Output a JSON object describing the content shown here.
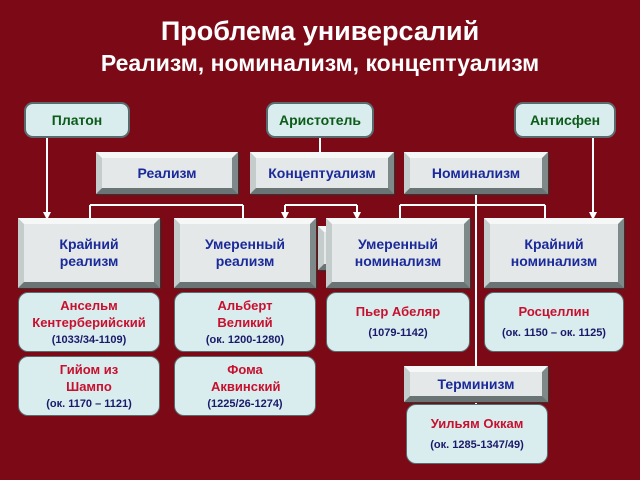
{
  "title": "Проблема универсалий",
  "subtitle": "Реализм, номинализм, концептуализм",
  "philosophers": {
    "platon": "Платон",
    "aristotle": "Аристотель",
    "antisthenes": "Антисфен"
  },
  "schools": {
    "realism": "Реализм",
    "conceptualism": "Концептуализм",
    "nominalism": "Номинализм",
    "terminism": "Терминизм"
  },
  "branches": {
    "extreme_realism": "Крайний реализм",
    "moderate_realism": "Умеренный реализм",
    "moderate_nominalism": "Умеренный номинализм",
    "extreme_nominalism": "Крайний номинализм"
  },
  "people": [
    {
      "name": "Ансельм Кентерберийский",
      "dates": "(1033/34-1109)"
    },
    {
      "name": "Гийом из Шампо",
      "dates": "(ок. 1170 – 1121)"
    },
    {
      "name": "Альберт Великий",
      "dates": "(ок. 1200-1280)"
    },
    {
      "name": "Фома Аквинский",
      "dates": "(1225/26-1274)"
    },
    {
      "name": "Пьер Абеляр",
      "dates": "(1079-1142)"
    },
    {
      "name": "Росцеллин",
      "dates": "(ок. 1150 – ок. 1125)"
    },
    {
      "name": "Уильям Оккам",
      "dates": "(ок. 1285-1347/49)"
    }
  ]
}
